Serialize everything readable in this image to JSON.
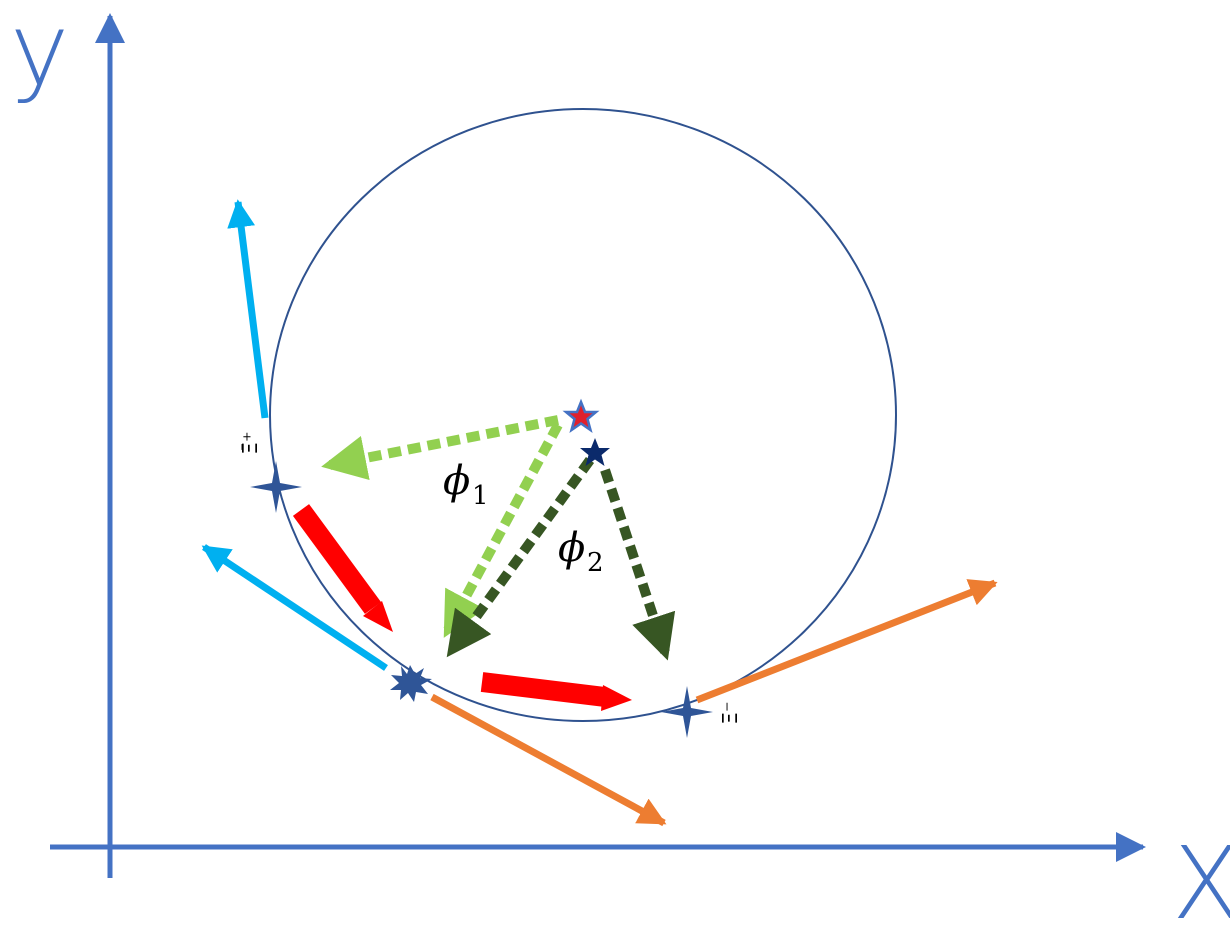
{
  "axes": {
    "x_label": "X",
    "y_label": "y",
    "color": "#4472C4"
  },
  "circle": {
    "stroke": "#2F528F"
  },
  "labels": {
    "phi1_symbol": "ϕ",
    "phi1_sub": "1",
    "phi2_symbol": "ϕ",
    "phi2_sub": "2",
    "xi_plus": "Ξ̄⁺",
    "xi_minus": "Ξ⁻"
  },
  "colors": {
    "cyan": "#00B0F0",
    "orange": "#ED7D31",
    "red": "#FF0000",
    "light_green": "#92D050",
    "dark_green": "#375623",
    "marker": "#2F5597",
    "star_red": "#E0202C",
    "star_navy": "#0B2A6B"
  }
}
